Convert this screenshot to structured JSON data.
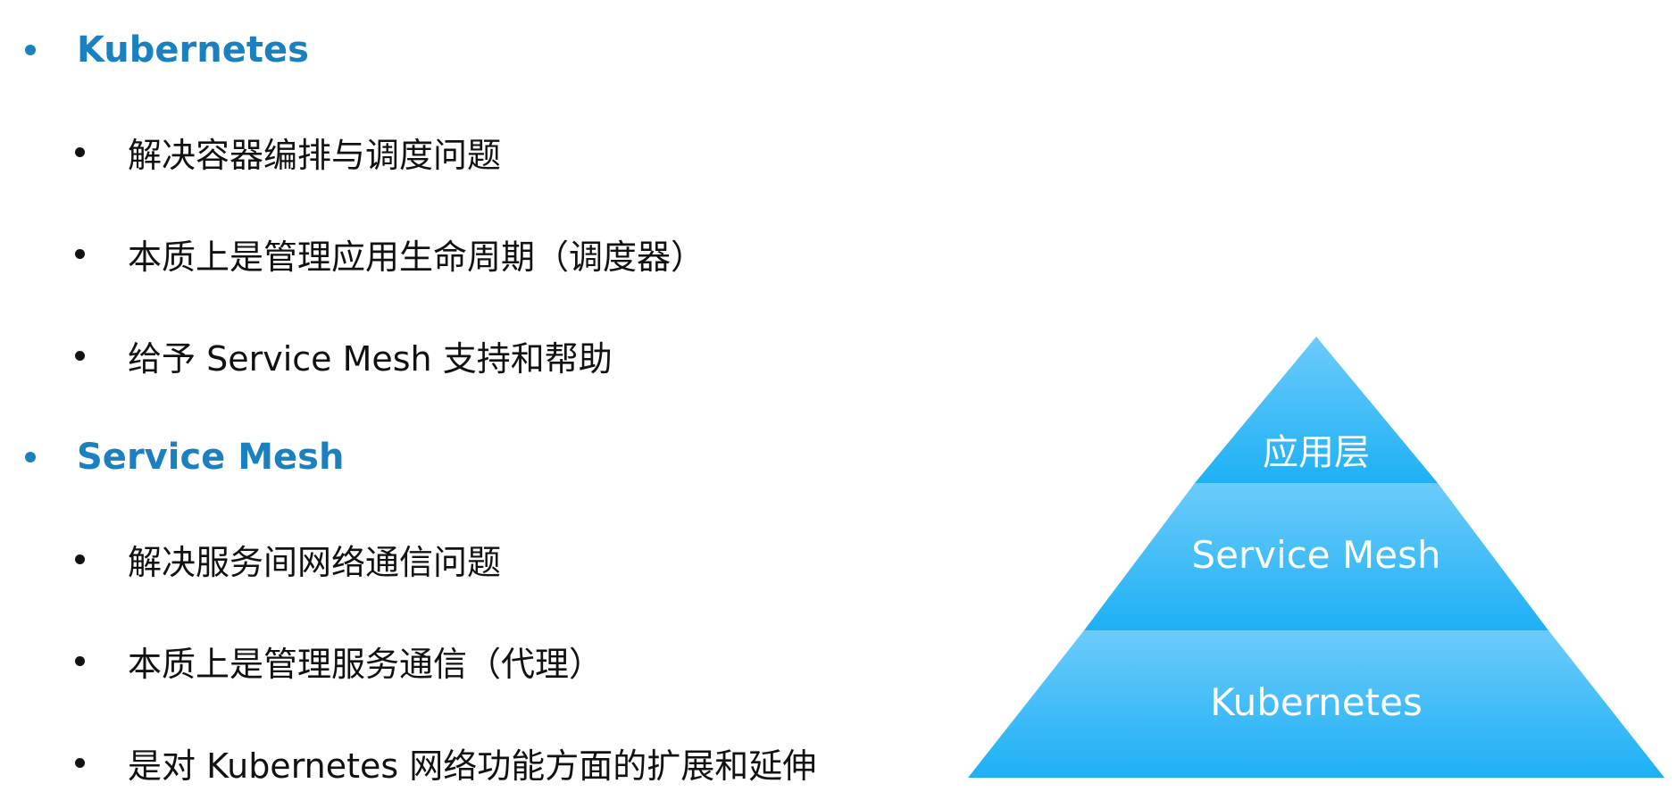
{
  "list": [
    {
      "level": 1,
      "text": "Kubernetes"
    },
    {
      "level": 2,
      "text": "解决容器编排与调度问题"
    },
    {
      "level": 2,
      "text": "本质上是管理应用生命周期（调度器）"
    },
    {
      "level": 2,
      "text": "给予 Service Mesh 支持和帮助"
    },
    {
      "level": 1,
      "text": "Service Mesh"
    },
    {
      "level": 2,
      "text": "解决服务间网络通信问题"
    },
    {
      "level": 2,
      "text": "本质上是管理服务通信（代理）"
    },
    {
      "level": 2,
      "text": "是对 Kubernetes 网络功能方面的扩展和延伸"
    }
  ],
  "pyramid": {
    "layers": [
      {
        "label": "应用层"
      },
      {
        "label": "Service Mesh"
      },
      {
        "label": "Kubernetes"
      }
    ]
  },
  "colors": {
    "heading": "#1a80c0",
    "body_text": "#111111",
    "pyramid_light": "#6ccbfa",
    "pyramid_dark": "#1eb0f5"
  }
}
